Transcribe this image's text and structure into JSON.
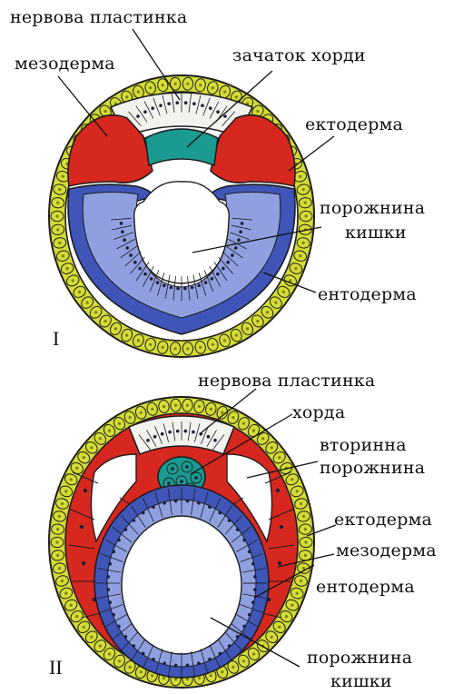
{
  "colors": {
    "ectoderm": "#d4dc35",
    "ectoderm_dark": "#7a7f1a",
    "neural_plate": "#f2f2ee",
    "mesoderm": "#d7281f",
    "notochord": "#1a9a90",
    "endoderm": "#3f55b8",
    "endoderm_light": "#8f9fe0",
    "nucleus": "#1c1f3a",
    "outline": "#1d1d1d"
  },
  "figure_I": {
    "numeral": "I",
    "labels": {
      "neural_plate": "нервова пластинка",
      "mesoderm": "мезодерма",
      "notochord_rudiment": "зачаток хорди",
      "ectoderm": "ектодерма",
      "gut_cavity_line1": "порожнина",
      "gut_cavity_line2": "кишки",
      "endoderm": "ентодерма"
    }
  },
  "figure_II": {
    "numeral": "II",
    "labels": {
      "neural_plate": "нервова пластинка",
      "notochord": "хорда",
      "secondary_cavity_line1": "вторинна",
      "secondary_cavity_line2": "порожнина",
      "ectoderm": "ектодерма",
      "mesoderm": "мезодерма",
      "endoderm": "ентодерма",
      "gut_cavity_line1": "порожнина",
      "gut_cavity_line2": "кишки"
    }
  }
}
